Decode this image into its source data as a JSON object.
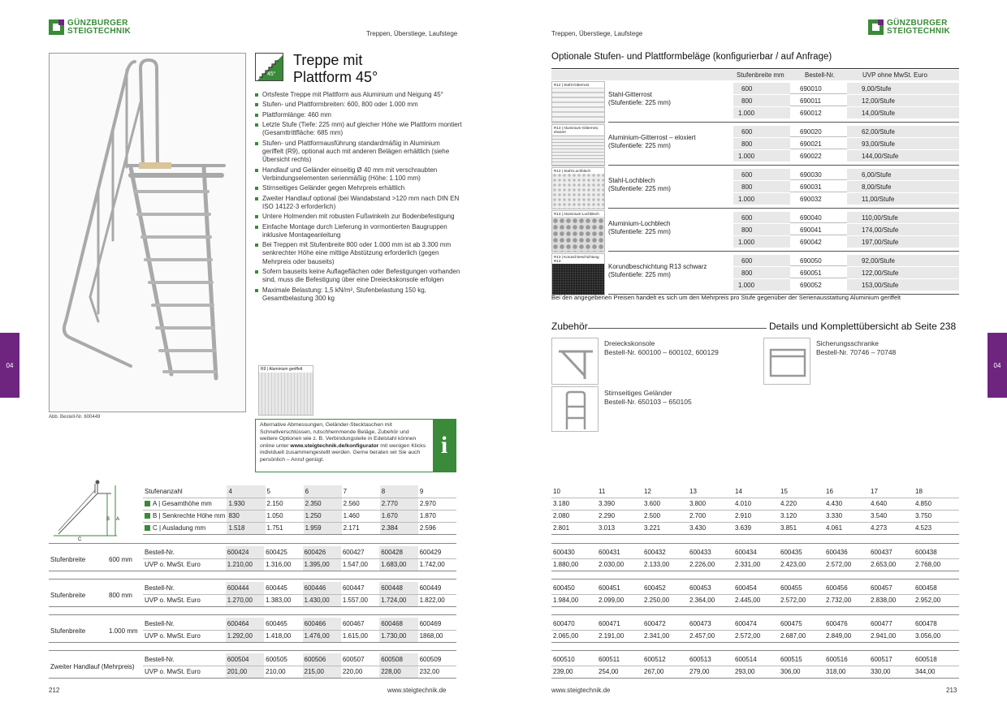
{
  "brand": {
    "line1": "GÜNZBURGER",
    "line2": "STEIGTECHNIK",
    "color_green": "#3a8a3a",
    "color_purple": "#6e2580"
  },
  "header": {
    "left_section": "Treppen, Überstiege, Laufstege",
    "right_section": "Treppen, Überstiege, Laufstege"
  },
  "sidetab": {
    "left": "04",
    "right": "04"
  },
  "left": {
    "photo_caption": "Abb. Bestell-Nr. 600449",
    "badge": "45°",
    "title_line1": "Treppe mit",
    "title_line2": "Plattform 45°",
    "features": [
      "Ortsfeste Treppe mit Plattform aus Aluminium und Neigung 45°",
      "Stufen- und Plattformbreiten: 600, 800 oder 1.000 mm",
      "Plattformlänge: 460 mm",
      "Letzte Stufe (Tiefe: 225 mm) auf gleicher Höhe wie Plattform montiert (Gesamttrittfläche: 685 mm)",
      "Stufen- und Plattformausführung standardmäßig in Aluminium geriffelt (R9), optional auch mit anderen Belägen erhältlich (siehe Übersicht rechts)",
      "Handlauf und Geländer einseitig Ø 40 mm mit verschraubten Verbindungselementen serienmäßig (Höhe: 1.100 mm)",
      "Stirnseitiges Geländer gegen Mehrpreis erhältlich",
      "Zweiter Handlauf optional (bei Wandabstand >120 mm nach DIN EN ISO 14122-3 erforderlich)",
      "Untere Holmenden mit robusten Fußwinkeln zur Bodenbefestigung",
      "Einfache Montage durch Lieferung in vormontierten Baugruppen inklusive Montageanleitung",
      "Bei Treppen mit Stufenbreite 800 oder 1.000 mm ist ab 3.300 mm senkrechter Höhe eine mittige Abstützung erforderlich (gegen Mehrpreis oder bauseits)",
      "Sofern bauseits keine Auflageflächen oder Befestigungen vorhanden sind, muss die Befestigung über eine Dreieckskonsole erfolgen",
      "Maximale Belastung: 1,5 kN/m², Stufenbelastung 150 kg, Gesamtbelastung 300 kg"
    ],
    "r9_label": "R9 | Aluminium geriffelt",
    "info_pre": "Alternative Abmessungen, Geländer-Stecktaschen mit Schnellverschlüssen, rutschhemmende Beläge, Zubehör und weitere Optionen wie z. B. Verbindungsteile in Edelstahl können online unter ",
    "info_link": "www.steigtechnik.de/konfigurator",
    "info_post": " mit wenigen Klicks individuell zusammengestellt werden. Gerne beraten wir Sie auch persönlich – Anruf genügt.",
    "info_icon": "i",
    "diagram_labels": {
      "a": "A",
      "b": "B",
      "c": "C"
    },
    "footer_page": "212",
    "footer_url": "www.steigtechnik.de"
  },
  "spec": {
    "row_labels": {
      "stufen": "Stufenanzahl",
      "a": "A | Gesamthöhe mm",
      "b": "B | Senkrechte Höhe mm",
      "c": "C | Ausladung mm"
    },
    "square_colors": {
      "a": "#3a8a3a",
      "b": "#3a8a3a",
      "c": "#3a8a3a"
    },
    "stufen": [
      "4",
      "5",
      "6",
      "7",
      "8",
      "9",
      "10",
      "11",
      "12",
      "13",
      "14",
      "15",
      "16",
      "17",
      "18"
    ],
    "a": [
      "1.930",
      "2.150",
      "2.350",
      "2.560",
      "2.770",
      "2.970",
      "3.180",
      "3.390",
      "3.600",
      "3.800",
      "4.010",
      "4.220",
      "4.430",
      "4.640",
      "4.850"
    ],
    "b": [
      "830",
      "1.050",
      "1.250",
      "1.460",
      "1.670",
      "1.870",
      "2.080",
      "2.290",
      "2.500",
      "2.700",
      "2.910",
      "3.120",
      "3.330",
      "3.540",
      "3.750"
    ],
    "c": [
      "1.518",
      "1.751",
      "1.959",
      "2.171",
      "2.384",
      "2.596",
      "2.801",
      "3.013",
      "3.221",
      "3.430",
      "3.639",
      "3.851",
      "4.061",
      "4.273",
      "4.523"
    ]
  },
  "variants": [
    {
      "label": "Stufenbreite",
      "width": "600 mm",
      "r1": "Bestell-Nr.",
      "r2": "UVP o. MwSt. Euro",
      "nr": [
        "600424",
        "600425",
        "600426",
        "600427",
        "600428",
        "600429",
        "600430",
        "600431",
        "600432",
        "600433",
        "600434",
        "600435",
        "600436",
        "600437",
        "600438"
      ],
      "price": [
        "1.210,00",
        "1.316,00",
        "1.395,00",
        "1.547,00",
        "1.683,00",
        "1.742,00",
        "1.880,00",
        "2.030,00",
        "2.133,00",
        "2.226,00",
        "2.331,00",
        "2.423,00",
        "2.572,00",
        "2.653,00",
        "2.768,00"
      ]
    },
    {
      "label": "Stufenbreite",
      "width": "800 mm",
      "r1": "Bestell-Nr.",
      "r2": "UVP o. MwSt. Euro",
      "nr": [
        "600444",
        "600445",
        "600446",
        "600447",
        "600448",
        "600449",
        "600450",
        "600451",
        "600452",
        "600453",
        "600454",
        "600455",
        "600456",
        "600457",
        "600458"
      ],
      "price": [
        "1.270,00",
        "1.383,00",
        "1.430,00",
        "1.557,00",
        "1.724,00",
        "1.822,00",
        "1.984,00",
        "2.099,00",
        "2.250,00",
        "2.364,00",
        "2.445,00",
        "2.572,00",
        "2.732,00",
        "2.838,00",
        "2.952,00"
      ]
    },
    {
      "label": "Stufenbreite",
      "width": "1.000 mm",
      "r1": "Bestell-Nr.",
      "r2": "UVP o. MwSt. Euro",
      "nr": [
        "600464",
        "600465",
        "600466",
        "600467",
        "600468",
        "600469",
        "600470",
        "600471",
        "600472",
        "600473",
        "600474",
        "600475",
        "600476",
        "600477",
        "600478"
      ],
      "price": [
        "1.292,00",
        "1.418,00",
        "1.476,00",
        "1.615,00",
        "1.730,00",
        "1868,00",
        "2.065,00",
        "2.191,00",
        "2.341,00",
        "2.457,00",
        "2.572,00",
        "2.687,00",
        "2.849,00",
        "2.941,00",
        "3.056,00"
      ]
    },
    {
      "label": "Zweiter Handlauf (Mehrpreis)",
      "width": "",
      "r1": "Bestell-Nr.",
      "r2": "UVP o. MwSt. Euro",
      "nr": [
        "600504",
        "600505",
        "600506",
        "600507",
        "600508",
        "600509",
        "600510",
        "600511",
        "600512",
        "600513",
        "600514",
        "600515",
        "600516",
        "600517",
        "600518"
      ],
      "price": [
        "201,00",
        "210,00",
        "215,00",
        "220,00",
        "228,00",
        "232,00",
        "239,00",
        "254,00",
        "267,00",
        "279,00",
        "293,00",
        "306,00",
        "318,00",
        "330,00",
        "344,00"
      ]
    }
  ],
  "right": {
    "title": "Optionale Stufen- und Plattformbeläge (konfigurierbar / auf Anfrage)",
    "col_headers": {
      "breite": "Stufenbreite mm",
      "nr": "Bestell-Nr.",
      "uvp": "UVP ohne MwSt. Euro"
    },
    "options": [
      {
        "thumb": "R12 | Stahl-Gitterrost",
        "name": "Stahl-Gitterrost",
        "depth": "(Stufentiefe: 225 mm)",
        "rows": [
          [
            "600",
            "690010",
            "9,00/Stufe"
          ],
          [
            "800",
            "690011",
            "12,00/Stufe"
          ],
          [
            "1.000",
            "690012",
            "14,00/Stufe"
          ]
        ]
      },
      {
        "thumb": "R13 | Aluminium-Gitterrost, eloxiert",
        "name": "Aluminium-Gitterrost – eloxiert",
        "depth": "(Stufentiefe: 225 mm)",
        "rows": [
          [
            "600",
            "690020",
            "62,00/Stufe"
          ],
          [
            "800",
            "690021",
            "93,00/Stufe"
          ],
          [
            "1.000",
            "690022",
            "144,00/Stufe"
          ]
        ]
      },
      {
        "thumb": "R13 | Stahl-Lochblech",
        "name": "Stahl-Lochblech",
        "depth": "(Stufentiefe: 225 mm)",
        "rows": [
          [
            "600",
            "690030",
            "6,00/Stufe"
          ],
          [
            "800",
            "690031",
            "8,00/Stufe"
          ],
          [
            "1.000",
            "690032",
            "11,00/Stufe"
          ]
        ]
      },
      {
        "thumb": "R13 | Aluminium-Lochblech",
        "name": "Aluminium-Lochblech",
        "depth": "(Stufentiefe: 225 mm)",
        "rows": [
          [
            "600",
            "690040",
            "110,00/Stufe"
          ],
          [
            "800",
            "690041",
            "174,00/Stufe"
          ],
          [
            "1.000",
            "690042",
            "197,00/Stufe"
          ]
        ]
      },
      {
        "thumb": "R13 | Korund-beschichtung R13",
        "name": "Korundbeschichtung R13 schwarz",
        "depth": "(Stufentiefe: 225 mm)",
        "rows": [
          [
            "600",
            "690050",
            "92,00/Stufe"
          ],
          [
            "800",
            "690051",
            "122,00/Stufe"
          ],
          [
            "1.000",
            "690052",
            "153,00/Stufe"
          ]
        ]
      }
    ],
    "note": "Bei den angegebenen Preisen handelt es sich um den Mehrpreis pro Stufe gegenüber der Serienausstattung Aluminium geriffelt",
    "zubehoer": "Zubehör",
    "details": "Details und Komplettübersicht ab Seite 238",
    "acc1_name": "Dreieckskonsole",
    "acc1_nr": "Bestell-Nr. 600100 – 600102, 600129",
    "acc2_name": "Sicherungsschranke",
    "acc2_nr": "Bestell-Nr. 70746 – 70748",
    "acc3_name": "Stirnseitiges Geländer",
    "acc3_nr": "Bestell-Nr. 650103 – 650105",
    "footer_page": "213",
    "footer_url": "www.steigtechnik.de"
  }
}
